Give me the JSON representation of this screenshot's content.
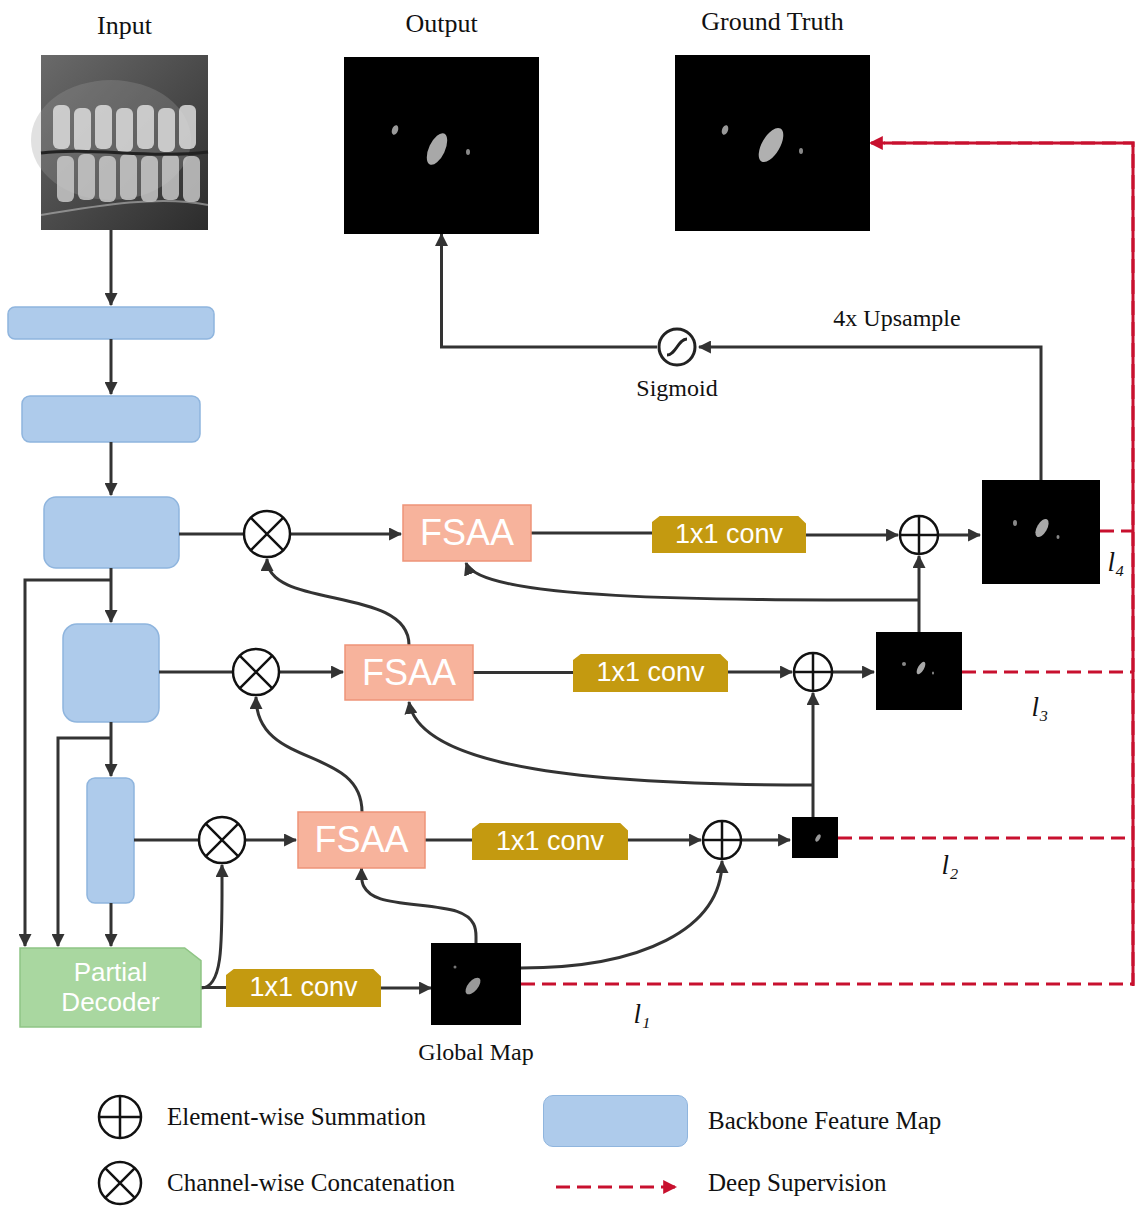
{
  "diagram": {
    "nodes": [
      {
        "text": [
          "Input"
        ]
      },
      {
        "text": [
          "Output"
        ]
      },
      {
        "text": [
          "Ground Truth"
        ]
      },
      {
        "text": [
          "Sigmoid"
        ]
      },
      {
        "text": [
          "FSAA"
        ]
      },
      {
        "text": [
          "1x1 conv"
        ]
      },
      {
        "text": [
          "FSAA"
        ]
      },
      {
        "text": [
          "1x1 conv"
        ]
      },
      {
        "text": [
          "FSAA"
        ]
      },
      {
        "text": [
          "1x1 conv"
        ]
      },
      {
        "text": [
          "Partial Decoder"
        ]
      },
      {
        "text": [
          "1x1 conv"
        ]
      },
      {
        "text": [
          "Global Map"
        ]
      }
    ],
    "edges": [
      {
        "from": 4,
        "to": 5,
        "arrow": "none"
      },
      {
        "from": 6,
        "to": 7,
        "arrow": "none"
      },
      {
        "from": 8,
        "to": 9,
        "arrow": "none"
      },
      {
        "from": 10,
        "to": 11,
        "arrow": "none"
      },
      {
        "from": 11,
        "to": 12,
        "arrow": "to"
      },
      {
        "from": 12,
        "to": 8,
        "arrow": "to"
      },
      {
        "from": 3,
        "to": 1,
        "arrow": "to"
      },
      {
        "from": 12,
        "to": 2,
        "arrow": "to"
      }
    ],
    "labels": [
      "4x Upsample",
      "l₄",
      "l₃",
      "l₂",
      "l₁"
    ],
    "legend": [
      {
        "text": "Element-wise Summation"
      },
      {
        "text": "Channel-wise Concatenation"
      },
      {
        "text": "Backbone Feature Map",
        "color": "#aecbeb"
      },
      {
        "text": "Deep Supervision"
      }
    ]
  }
}
